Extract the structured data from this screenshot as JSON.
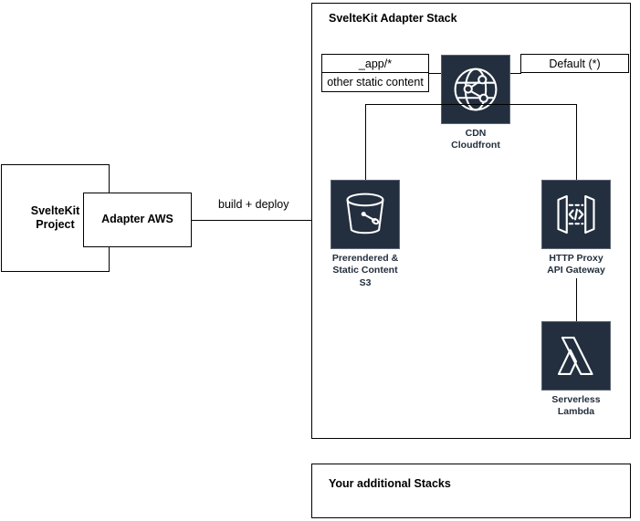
{
  "diagram": {
    "title_visible": false,
    "stacks": [
      {
        "name": "adapter-stack",
        "title": "SvelteKit Adapter Stack"
      },
      {
        "name": "additional-stack",
        "title": "Your additional Stacks"
      }
    ],
    "boxes": [
      {
        "name": "sveltekit-project",
        "label": "SvelteKit\nProject"
      },
      {
        "name": "adapter-aws",
        "label": "Adapter AWS"
      }
    ],
    "route_boxes": [
      {
        "name": "static-routes",
        "cells": [
          "_app/*",
          "other static content"
        ]
      },
      {
        "name": "default-route",
        "cells": [
          "Default (*)"
        ]
      }
    ],
    "connectors": [
      {
        "name": "build-deploy-connector",
        "label": "build + deploy"
      }
    ],
    "services": [
      {
        "name": "cdn-cloudfront",
        "icon": "globe-network-icon",
        "caption": "CDN\nCloudfront"
      },
      {
        "name": "s3-static-content",
        "icon": "bucket-icon",
        "caption": "Prerendered &\nStatic Content\nS3"
      },
      {
        "name": "api-gateway-http-proxy",
        "icon": "api-gateway-icon",
        "caption": "HTTP Proxy\nAPI Gateway"
      },
      {
        "name": "lambda-serverless",
        "icon": "lambda-icon",
        "caption": "Serverless\nLambda"
      }
    ],
    "colors": {
      "stroke": "#000000",
      "icon_background": "#232F3E",
      "icon_foreground": "#FFFFFF",
      "caption_text": "#232F3E",
      "page_background": "#FFFFFF"
    }
  }
}
